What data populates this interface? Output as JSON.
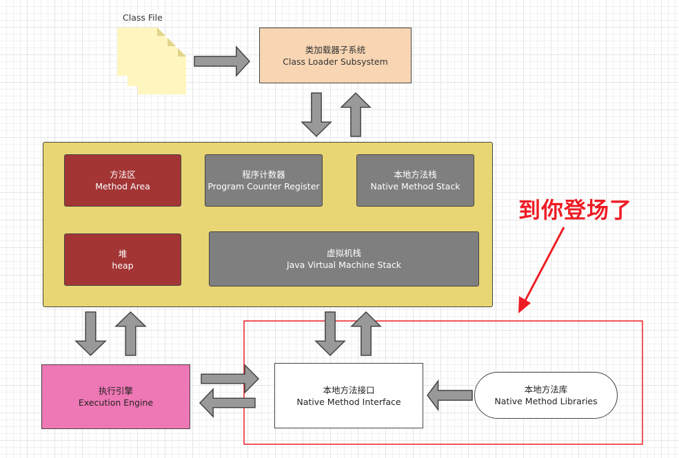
{
  "class_file": {
    "label": "Class File"
  },
  "class_loader": {
    "cn": "类加载器子系统",
    "en": "Class Loader Subsystem"
  },
  "runtime": {
    "method_area": {
      "cn": "方法区",
      "en": "Method Area"
    },
    "pc_register": {
      "cn": "程序计数器",
      "en": "Program Counter Register"
    },
    "native_stack": {
      "cn": "本地方法栈",
      "en": "Native Method Stack"
    },
    "heap": {
      "cn": "堆",
      "en": "heap"
    },
    "jvm_stack": {
      "cn": "虚拟机栈",
      "en": "Java Virtual Machine Stack"
    }
  },
  "execution_engine": {
    "cn": "执行引擎",
    "en": "Execution Engine"
  },
  "native_interface": {
    "cn": "本地方法接口",
    "en": "Native Method Interface"
  },
  "native_libraries": {
    "cn": "本地方法库",
    "en": "Native Method Libraries"
  },
  "annotation": {
    "text": "到你登场了",
    "color": "#ee1c24"
  },
  "colors": {
    "class_loader": "#f8d5b3",
    "runtime": "#e8d674",
    "red_box": "#a33535",
    "gray_box": "#7f7f7f",
    "engine": "#ee77b5",
    "arrow": "#999999"
  }
}
